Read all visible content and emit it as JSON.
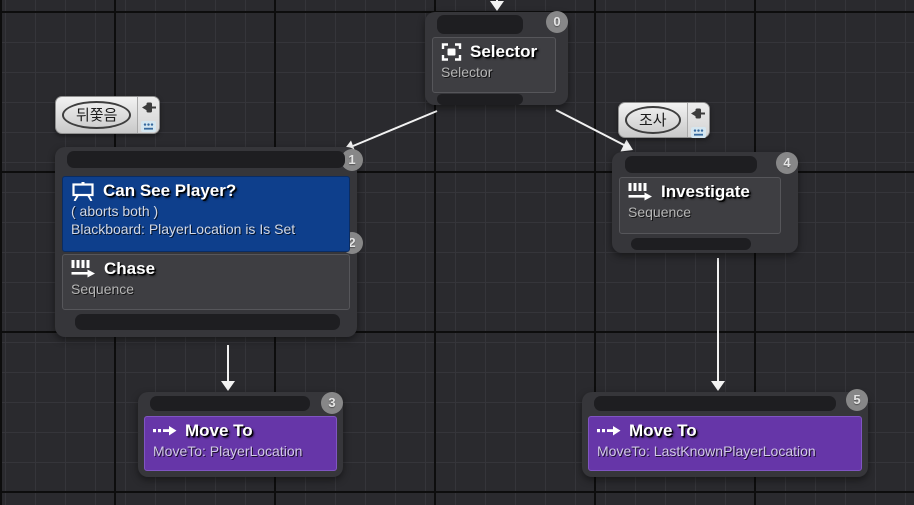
{
  "colors": {
    "background": "#2a2a2e",
    "grid_minor": "#35353a",
    "grid_major": "#0d0d0d",
    "node_body_gray": "#36363a",
    "inner_gray": "#3e3e42",
    "connector_pill": "#1e1e21",
    "decorator_blue": "#0e3f8c",
    "task_purple": "#6636a8",
    "wire_white": "#f2f2f2",
    "badge_gray": "#8c8c8c",
    "comment_bg": "#e6e6e6"
  },
  "icons": {
    "selector": "selector-brackets-icon",
    "sequence": "sequence-bars-arrow-icon",
    "decorator": "blackboard-easel-icon",
    "move_to": "dots-arrow-icon",
    "pin": "pushpin-icon",
    "comment_toggle": "comment-dots-icon"
  },
  "nodes": {
    "selector": {
      "order_badge": "0",
      "title": "Selector",
      "subtitle": "Selector"
    },
    "chase_branch": {
      "top_badge": "1",
      "decorator": {
        "order_badge": "2",
        "title": "Can See Player?",
        "abort_text": "( aborts both )",
        "blackboard_text": "Blackboard: PlayerLocation is Is Set"
      },
      "composite": {
        "title": "Chase",
        "subtitle": "Sequence"
      }
    },
    "investigate_branch": {
      "order_badge": "4",
      "title": "Investigate",
      "subtitle": "Sequence"
    },
    "move_to_chase": {
      "order_badge": "3",
      "title": "Move To",
      "subtitle": "MoveTo: PlayerLocation"
    },
    "move_to_investigate": {
      "order_badge": "5",
      "title": "Move To",
      "subtitle": "MoveTo: LastKnownPlayerLocation"
    }
  },
  "comments": {
    "chase_label": "뒤쫓음",
    "investigate_label": "조사"
  }
}
